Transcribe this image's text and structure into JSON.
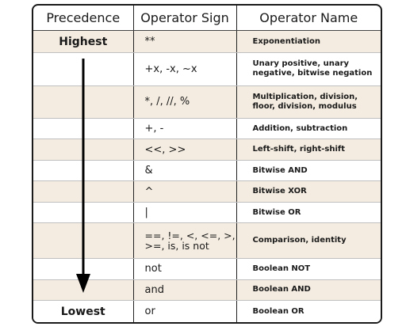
{
  "headers": {
    "precedence": "Precedence",
    "sign": "Operator Sign",
    "name": "Operator Name"
  },
  "rows": [
    {
      "precedence": "Highest",
      "sign": "**",
      "name": "Exponentiation"
    },
    {
      "precedence": "",
      "sign": "+x, -x, ~x",
      "name": "Unary positive, unary negative, bitwise negation"
    },
    {
      "precedence": "",
      "sign": "*, /, //, %",
      "name": "Multiplication, division, floor, division, modulus"
    },
    {
      "precedence": "",
      "sign": "+, -",
      "name": "Addition, subtraction"
    },
    {
      "precedence": "",
      "sign": "<<, >>",
      "name": "Left-shift, right-shift"
    },
    {
      "precedence": "",
      "sign": "&",
      "name": "Bitwise AND"
    },
    {
      "precedence": "",
      "sign": "^",
      "name": "Bitwise XOR"
    },
    {
      "precedence": "",
      "sign": "|",
      "name": "Bitwise OR"
    },
    {
      "precedence": "",
      "sign": "==, !=, <, <=, >, >=, is, is not",
      "name": "Comparison, identity"
    },
    {
      "precedence": "",
      "sign": "not",
      "name": "Boolean NOT"
    },
    {
      "precedence": "",
      "sign": "and",
      "name": "Boolean AND"
    },
    {
      "precedence": "Lowest",
      "sign": "or",
      "name": "Boolean OR"
    }
  ],
  "colors": {
    "stripe": "#f4ece0",
    "border": "#1a1a1a",
    "arrow": "#000000"
  },
  "icons": {
    "arrow": "down-arrow-icon"
  }
}
